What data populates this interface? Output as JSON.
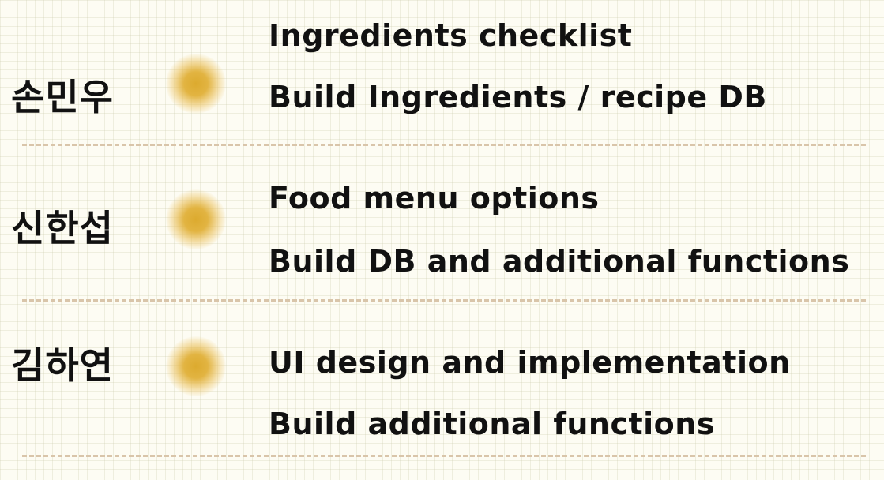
{
  "members": [
    {
      "name": "손민우",
      "tasks": [
        "Ingredients checklist",
        "Build Ingredients / recipe DB"
      ]
    },
    {
      "name": "신한섭",
      "tasks": [
        "Food menu options",
        "Build DB and additional functions"
      ]
    },
    {
      "name": "김하연",
      "tasks": [
        "UI design and implementation",
        "Build additional functions"
      ]
    }
  ],
  "colors": {
    "background": "#fdfcf3",
    "dot": "#dcaa2e",
    "divider": "#d9c5aa",
    "text": "#111111"
  }
}
